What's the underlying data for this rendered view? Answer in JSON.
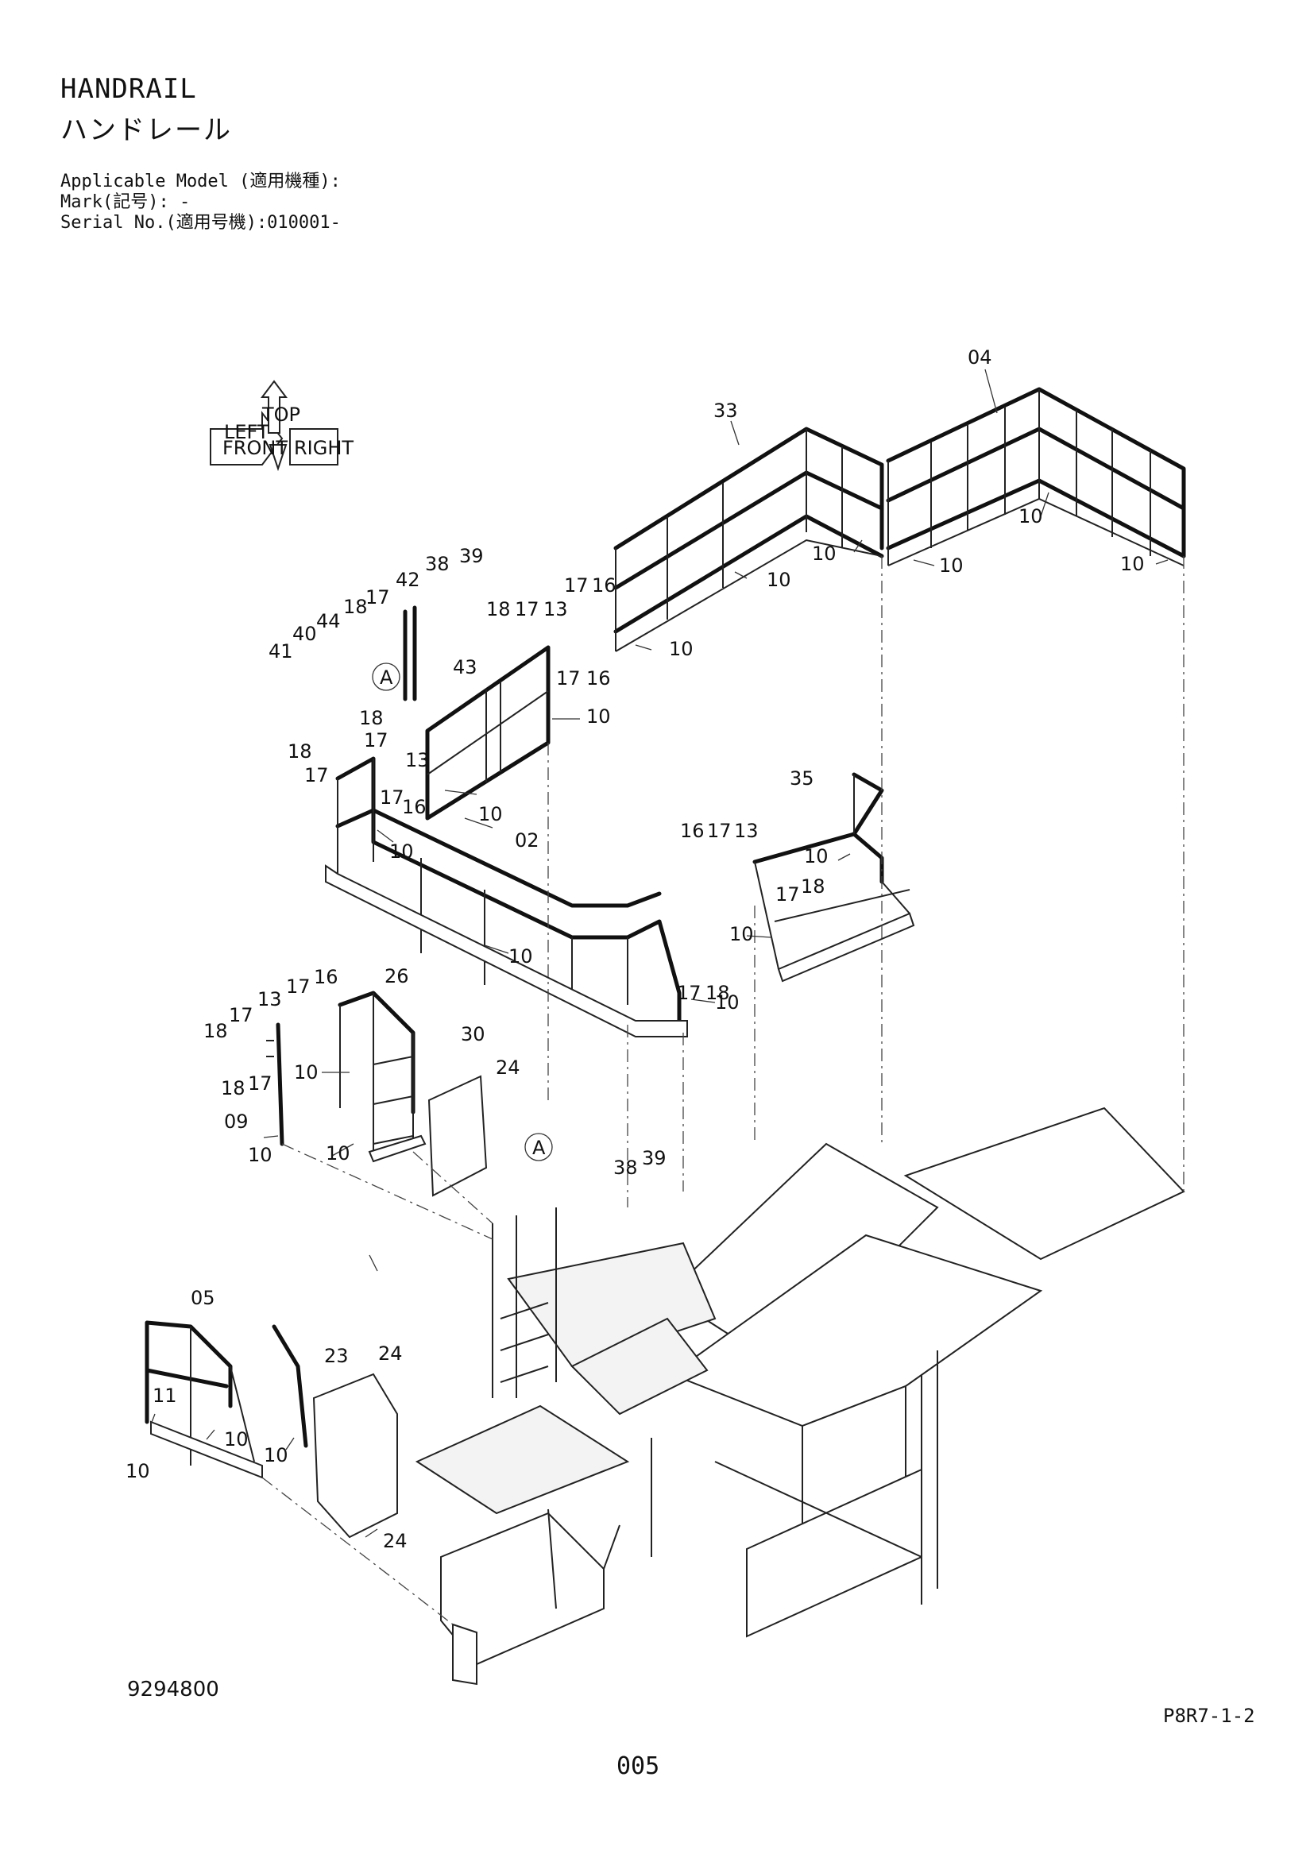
{
  "header": {
    "title_en": "HANDRAIL",
    "title_jp": "ハンドレール",
    "applicable_model": "Applicable Model (適用機種):",
    "mark": "Mark(記号): -",
    "serial": "Serial No.(適用号機):010001-"
  },
  "orientation_icon": {
    "labels": [
      "FRONT",
      "RIGHT",
      "LEFT",
      "TOP"
    ]
  },
  "detail_marker": "A",
  "part_labels": {
    "p02": "02",
    "p04": "04",
    "p05": "05",
    "p09": "09",
    "p10": "10",
    "p11": "11",
    "p13": "13",
    "p16": "16",
    "p17": "17",
    "p18": "18",
    "p23": "23",
    "p24": "24",
    "p26": "26",
    "p30": "30",
    "p33": "33",
    "p35": "35",
    "p38": "38",
    "p39": "39",
    "p40": "40",
    "p41": "41",
    "p42": "42",
    "p43": "43",
    "p44": "44"
  },
  "footer": {
    "drawing_number": "9294800",
    "page_code": "P8R7-1-2",
    "page_number": "005"
  }
}
